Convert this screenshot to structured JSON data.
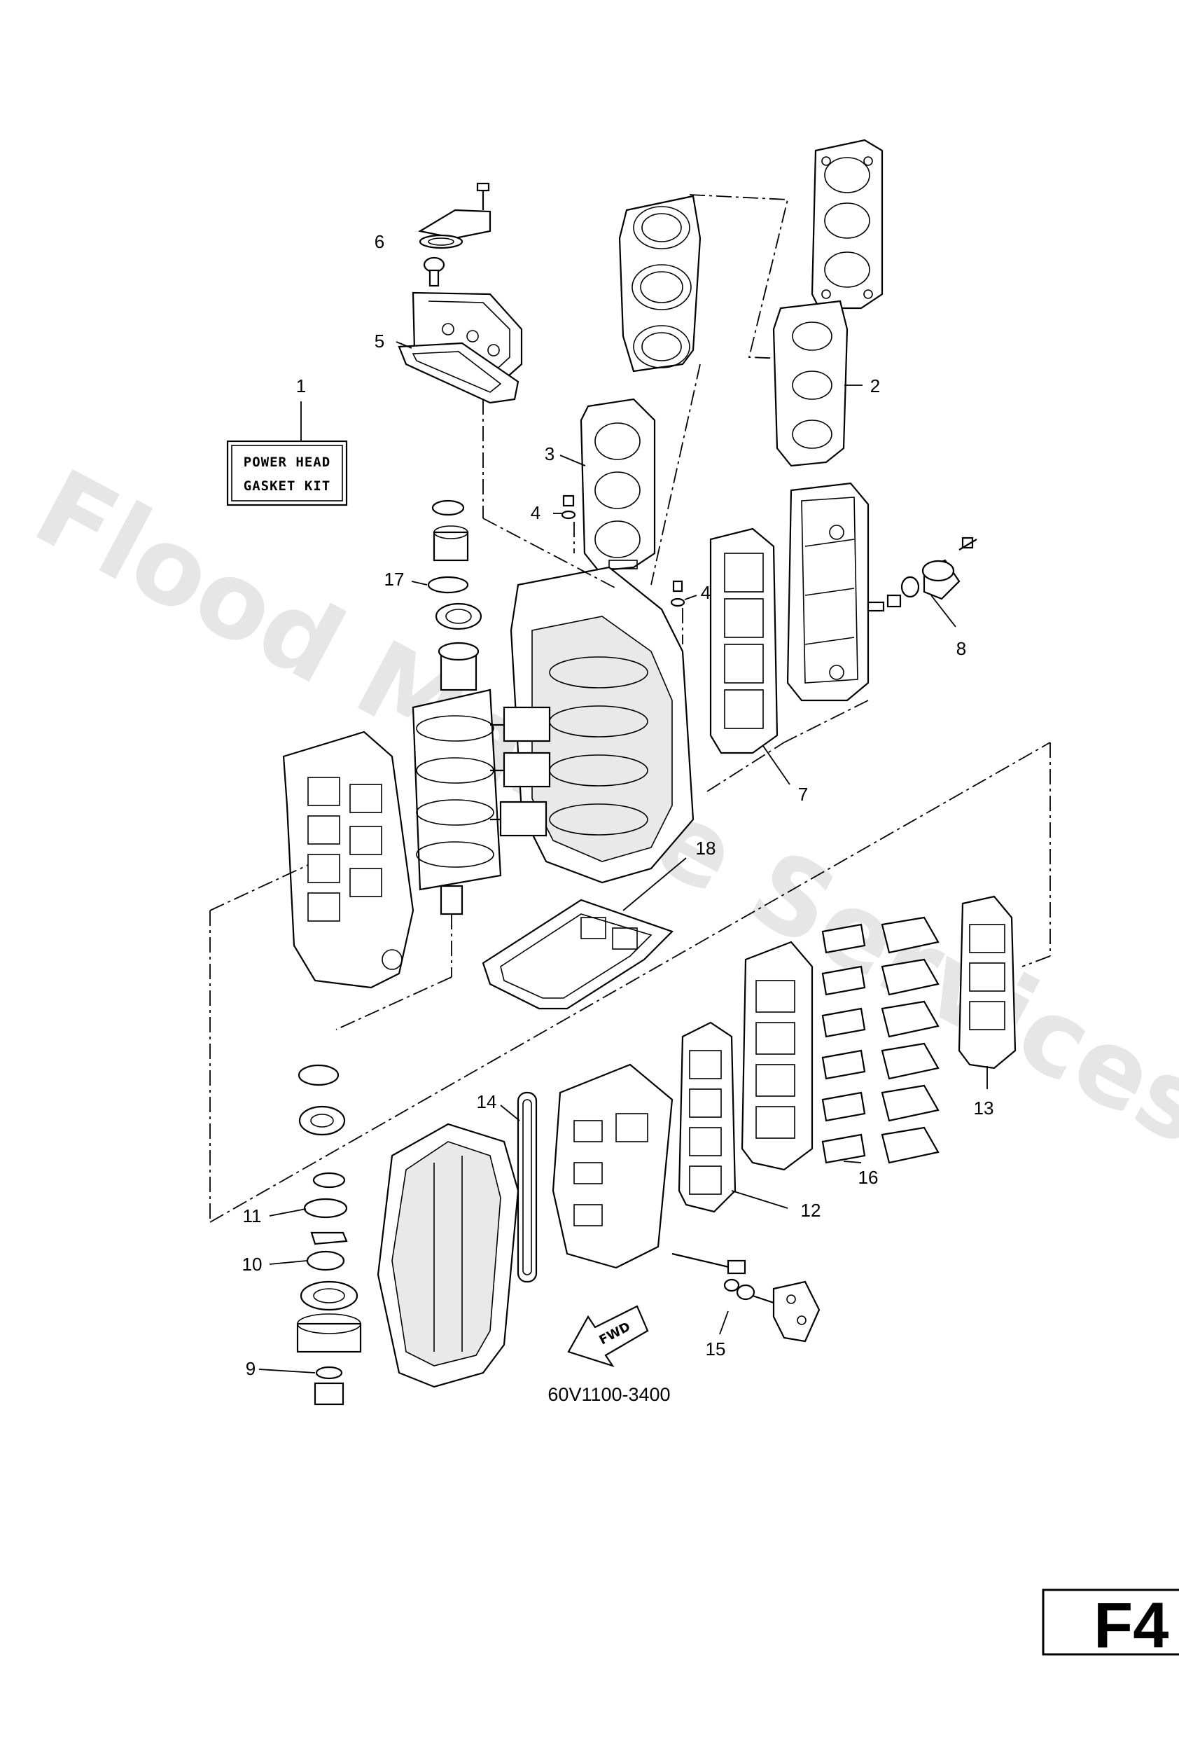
{
  "kit_label": {
    "line1": "POWER HEAD",
    "line2": "GASKET KIT"
  },
  "part_number": "60V1100-3400",
  "page_code": "F4",
  "forward_label": "FWD",
  "watermark": "Flood Marine Services",
  "callouts": [
    "1",
    "2",
    "3",
    "4",
    "4",
    "5",
    "6",
    "7",
    "8",
    "9",
    "10",
    "11",
    "12",
    "13",
    "14",
    "15",
    "16",
    "17",
    "18"
  ]
}
